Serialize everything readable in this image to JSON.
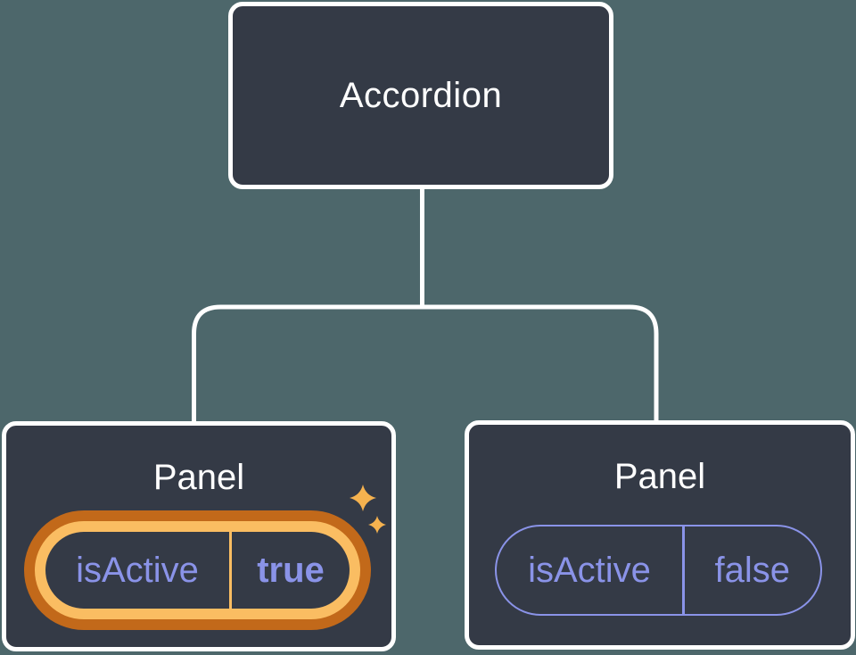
{
  "diagram": {
    "description": "React component tree showing state preserved per position",
    "root_node": {
      "label": "Accordion"
    },
    "panels": [
      {
        "label": "Panel",
        "prop": {
          "name": "isActive",
          "value": "true"
        },
        "highlighted": true,
        "sparkles": true
      },
      {
        "label": "Panel",
        "prop": {
          "name": "isActive",
          "value": "false"
        },
        "highlighted": false,
        "sparkles": false
      }
    ]
  },
  "colors": {
    "background": "#4D676B",
    "node_fill": "#343A46",
    "node_border": "#FFFFFF",
    "connector": "#FFFFFF",
    "title_text": "#FFFFFF",
    "prop_text": "#8A93E8",
    "highlight_ring_outer": "#C2691A",
    "highlight_ring_inner": "#FABD62",
    "sparkle": "#F5B24F"
  }
}
